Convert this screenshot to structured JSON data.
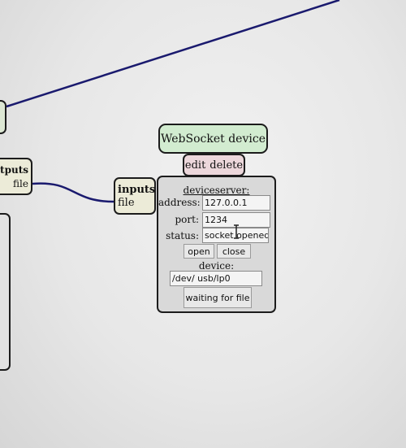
{
  "title_node": {
    "label": "WebSocket device"
  },
  "toolbar": {
    "edit_label": "edit",
    "delete_label": "delete"
  },
  "inputs_node": {
    "title": "inputs",
    "port": "file"
  },
  "outputs_node": {
    "title": "atputs",
    "port": "file"
  },
  "device_panel": {
    "section_title": "deviceserver:",
    "address": {
      "label": "address:",
      "value": "127.0.0.1"
    },
    "port": {
      "label": "port:",
      "value": "1234"
    },
    "status": {
      "label": "status:",
      "value": "socket opened"
    },
    "open_label": "open",
    "close_label": "close",
    "device": {
      "label": "device:",
      "value": "/dev/ usb/lp0"
    },
    "waiting_label": "waiting for file"
  },
  "colors": {
    "wire": "#1a1a6e",
    "title_node_bg": "#d2ecd0",
    "edit_bar_bg": "#ecd7db",
    "port_node_bg": "#ecebd8",
    "panel_bg": "#d9d9d9"
  }
}
